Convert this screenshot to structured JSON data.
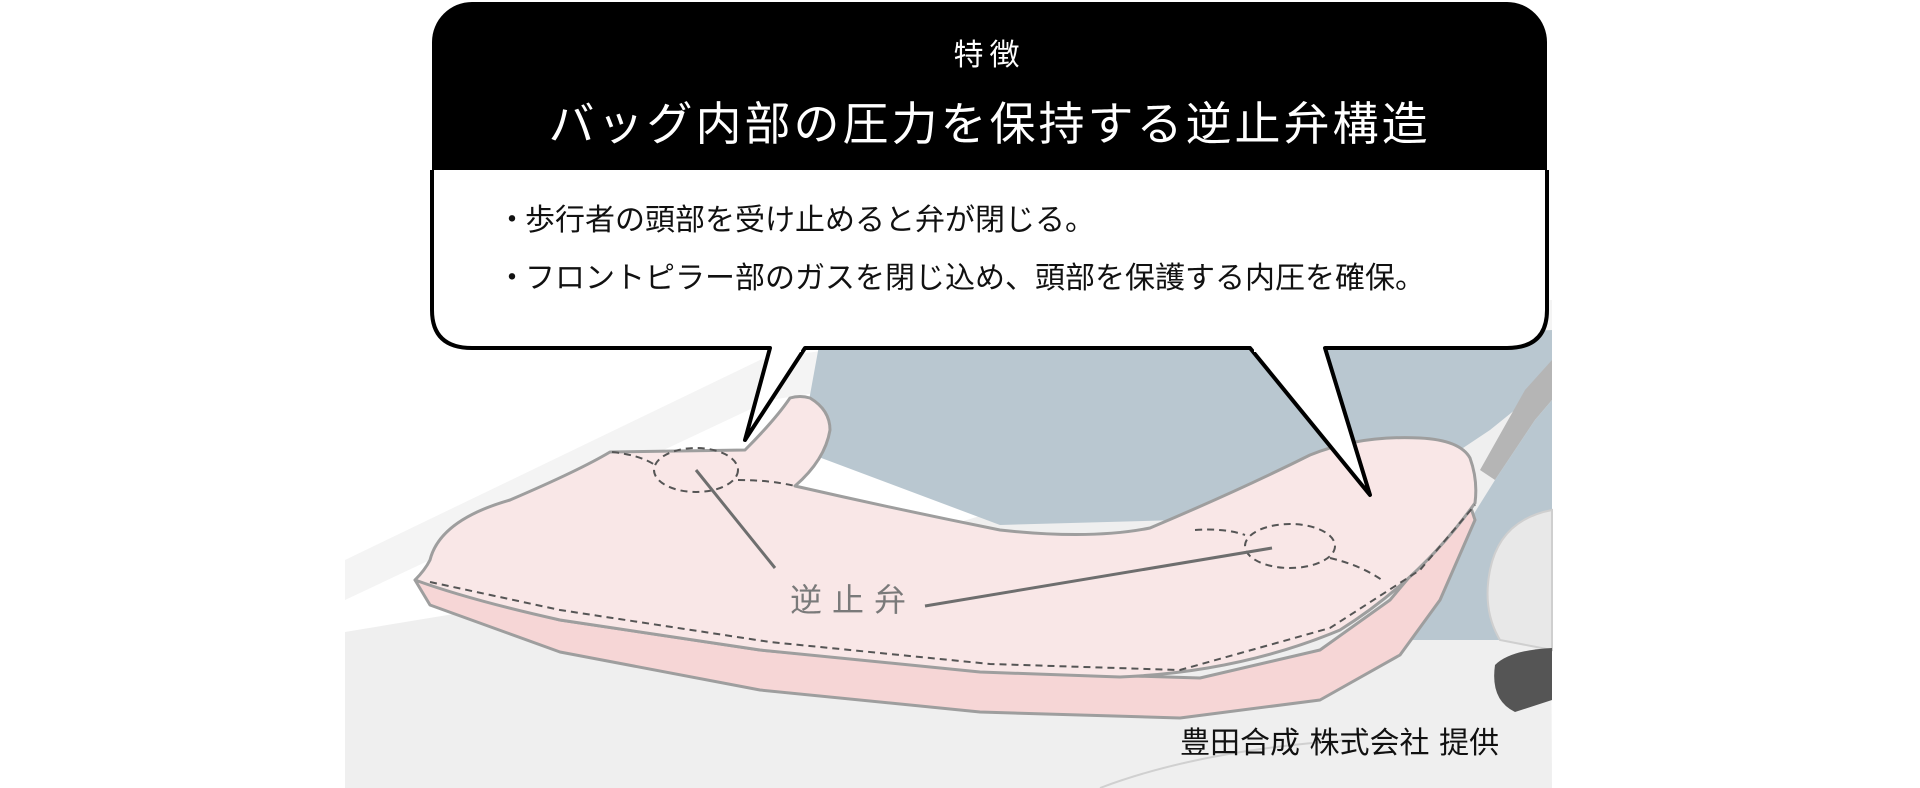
{
  "callout": {
    "subtitle": "特徴",
    "title": "バッグ内部の圧力を保持する逆止弁構造",
    "items": [
      "歩行者の頭部を受け止めると弁が閉じる。",
      "フロントピラー部のガスを閉じ込め、頭部を保護する内圧を確保。"
    ]
  },
  "annotation": {
    "valve_label": "逆止弁"
  },
  "credit": "豊田合成 株式会社 提供",
  "colors": {
    "airbag_fill": "#f9e7e7",
    "airbag_stroke": "#9e9e9e",
    "windshield": "#b9c7d0",
    "hood": "#efefef",
    "callout_header": "#000000"
  }
}
